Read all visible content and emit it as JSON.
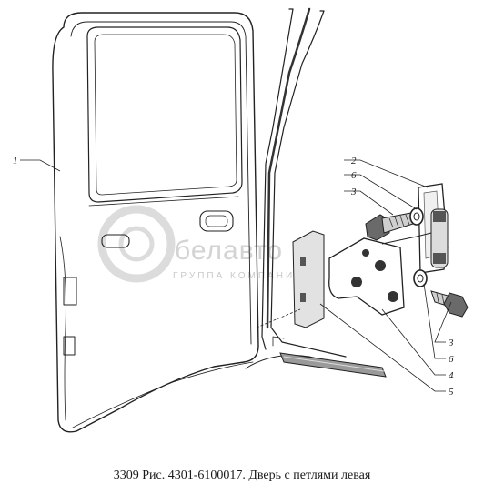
{
  "caption": "3309 Рис. 4301-6100017. Дверь с петлями левая",
  "watermark": {
    "brand": "белавто",
    "subtitle": "ГРУППА КОМПАНИЙ"
  },
  "callouts": {
    "left": [
      "1"
    ],
    "right_top": [
      "2",
      "6",
      "3"
    ],
    "right_bottom": [
      "3",
      "6",
      "4",
      "5"
    ]
  }
}
